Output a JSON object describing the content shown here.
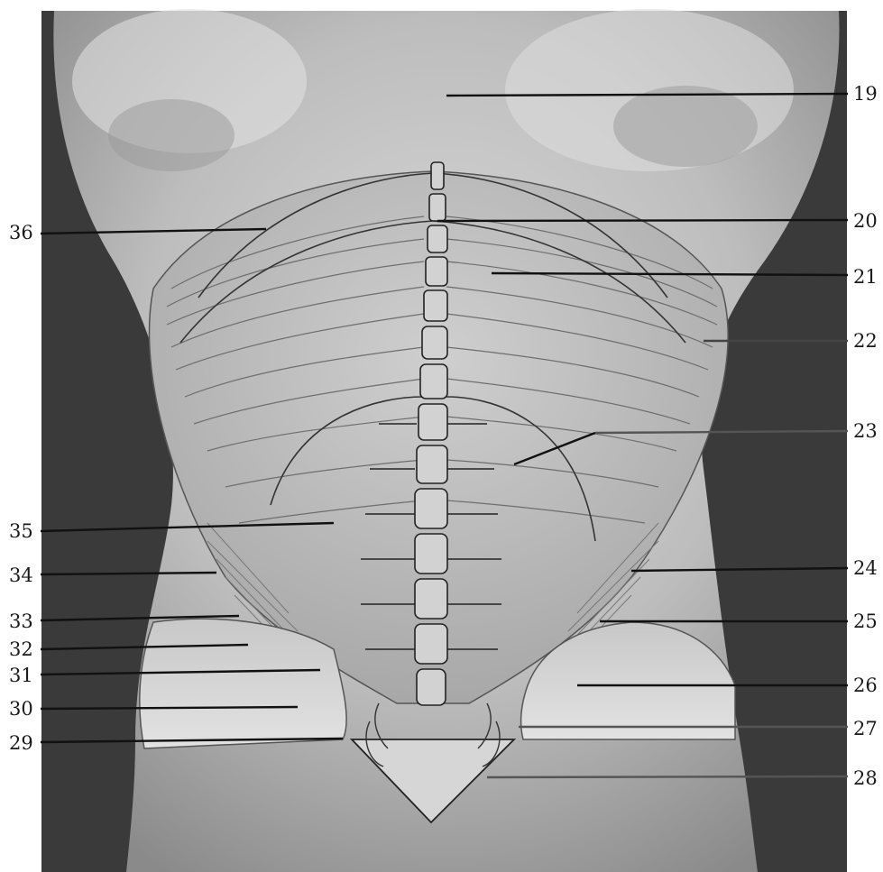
{
  "figure": {
    "labels_right": [
      "19",
      "20",
      "21",
      "22",
      "23",
      "24",
      "25",
      "26",
      "27",
      "28"
    ],
    "labels_left": [
      "36",
      "35",
      "34",
      "33",
      "32",
      "31",
      "30",
      "29"
    ]
  }
}
